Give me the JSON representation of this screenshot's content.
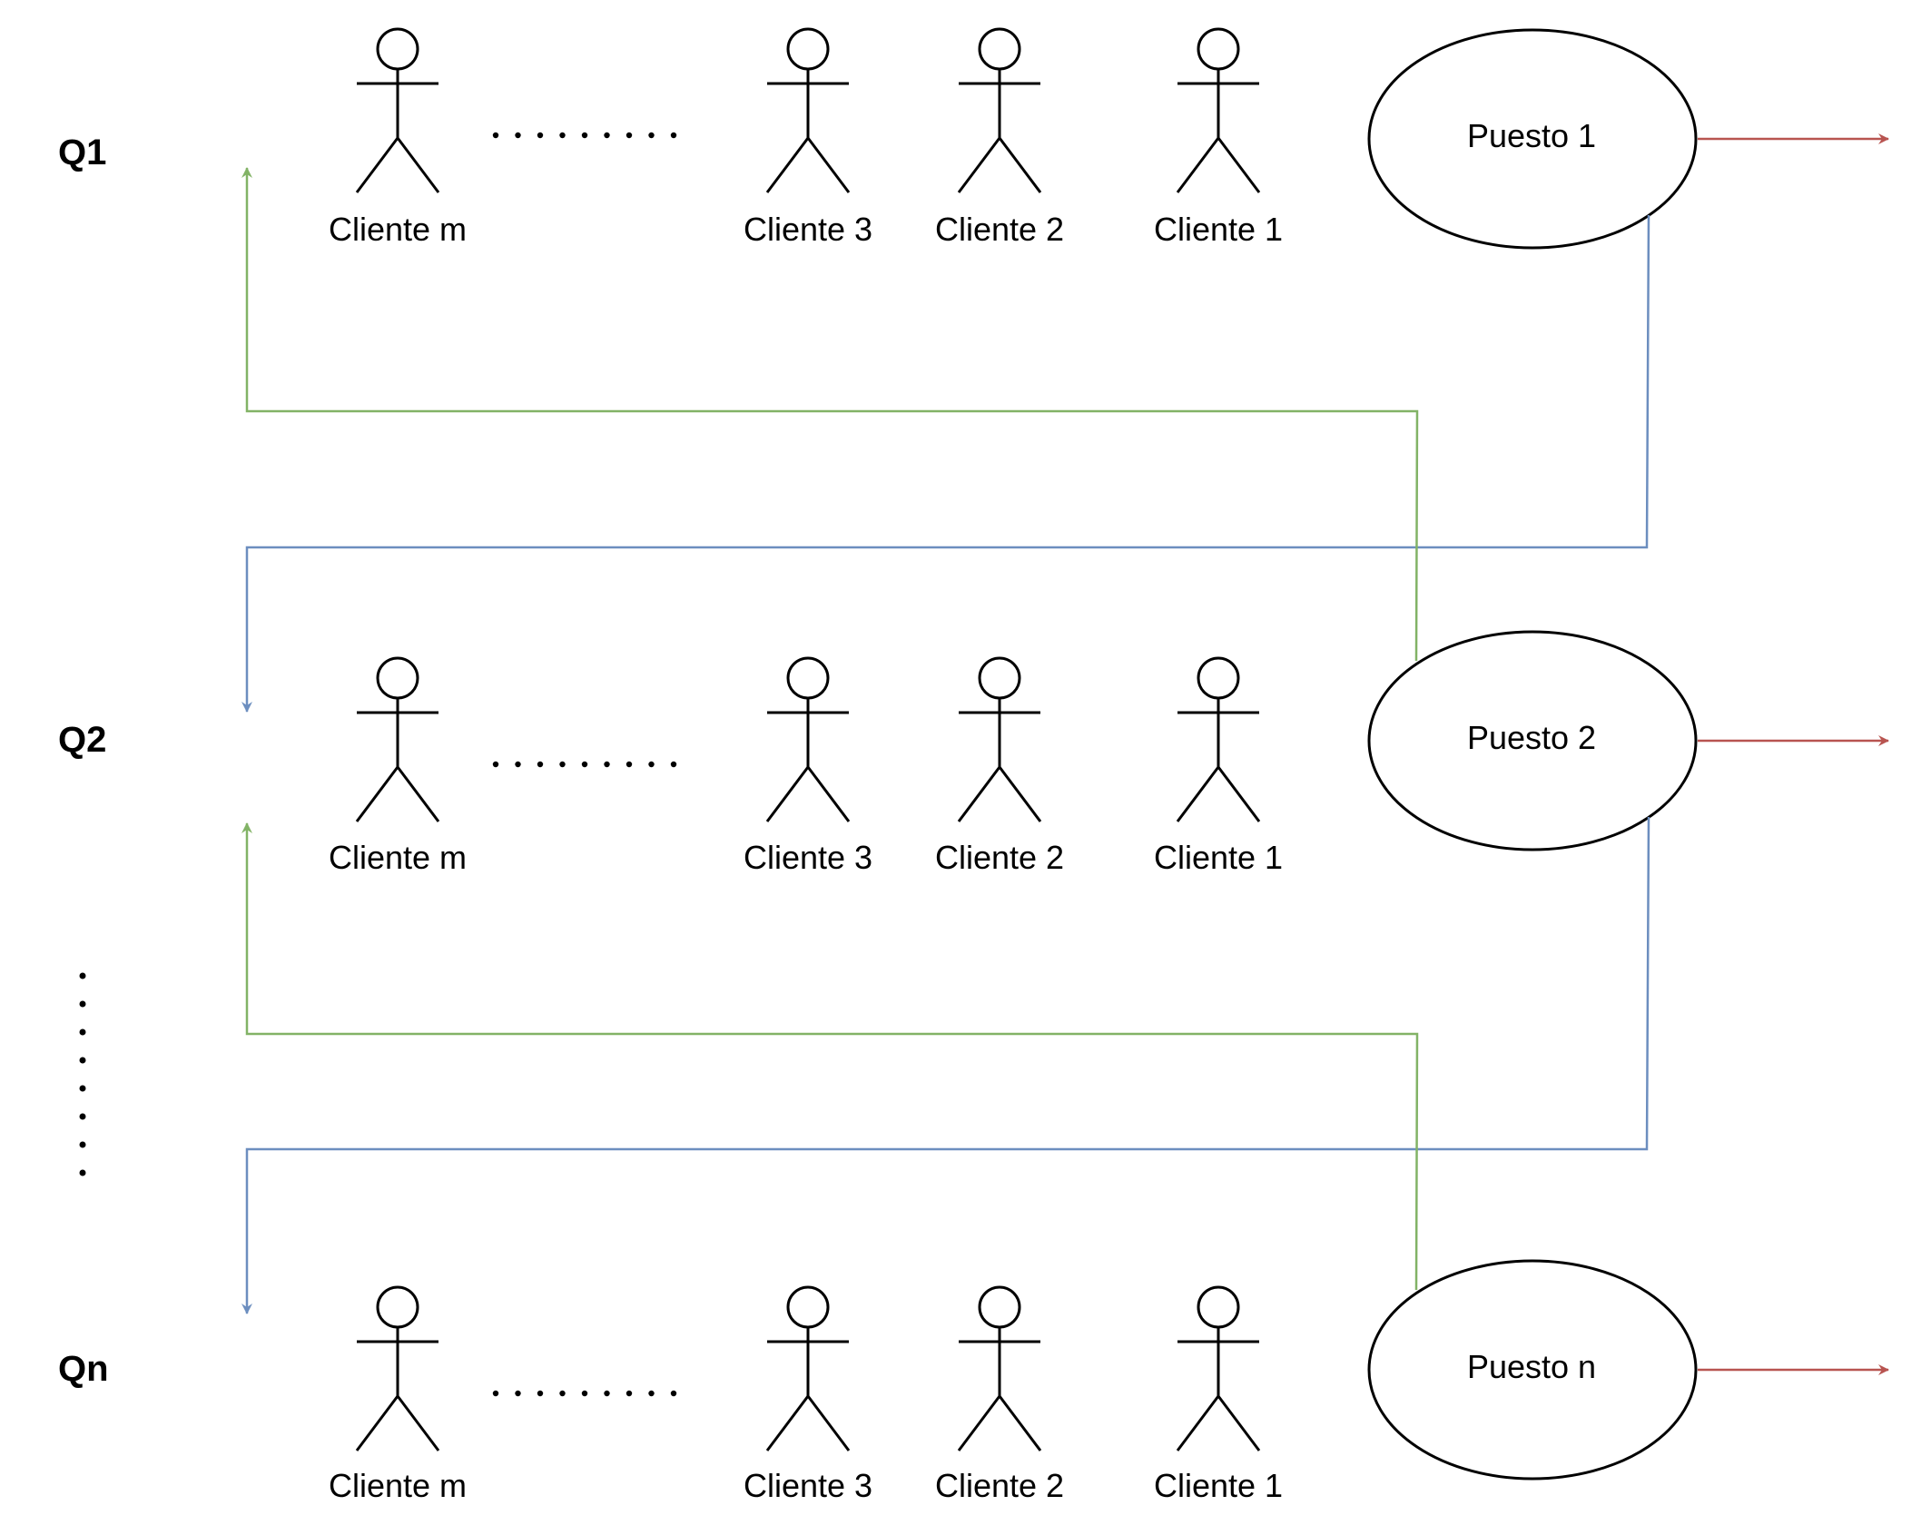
{
  "queues": [
    {
      "label": "Q1",
      "clients": [
        "Cliente m",
        "Cliente 3",
        "Cliente 2",
        "Cliente 1"
      ],
      "station": "Puesto 1"
    },
    {
      "label": "Q2",
      "clients": [
        "Cliente m",
        "Cliente 3",
        "Cliente 2",
        "Cliente 1"
      ],
      "station": "Puesto 2"
    },
    {
      "label": "Qn",
      "clients": [
        "Cliente m",
        "Cliente 3",
        "Cliente 2",
        "Cliente 1"
      ],
      "station": "Puesto n"
    }
  ],
  "colors": {
    "stroke": "#000000",
    "exit_arrow": "#b85450",
    "forward_flow": "#6c8ebf",
    "return_flow": "#82b366"
  }
}
